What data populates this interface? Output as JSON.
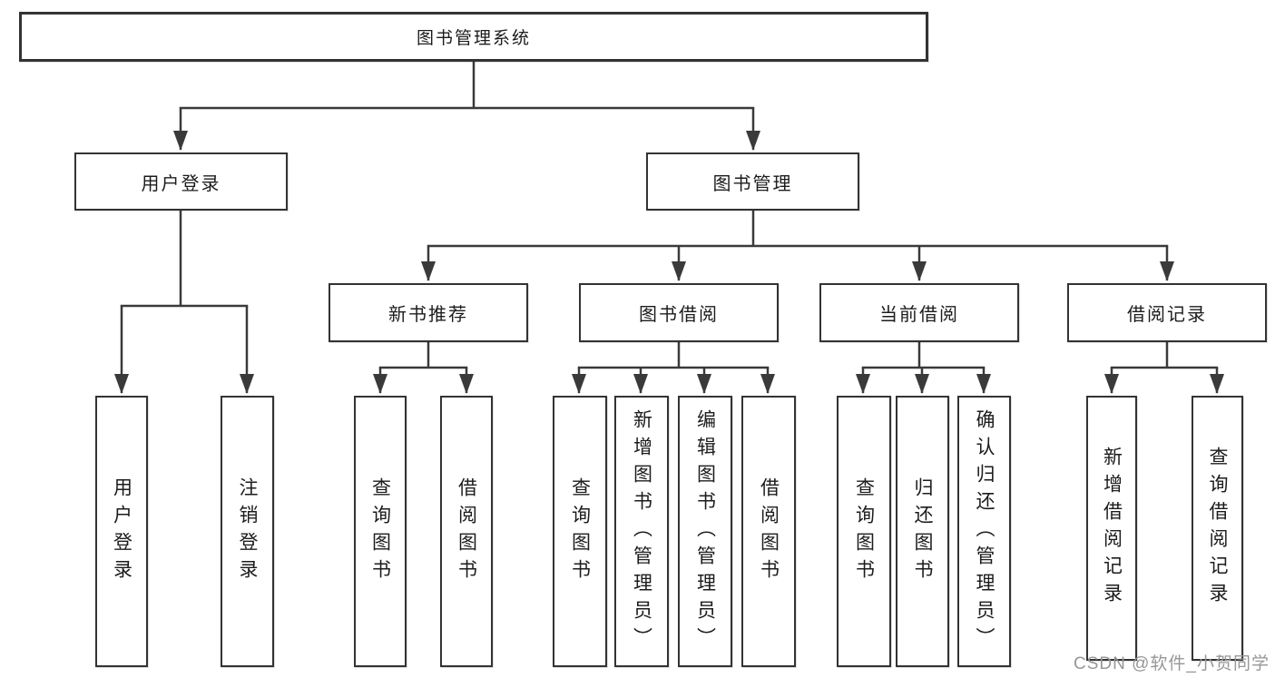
{
  "root": {
    "label": "图书管理系统"
  },
  "level2": [
    {
      "id": "user-login",
      "label": "用户登录"
    },
    {
      "id": "book-management",
      "label": "图书管理"
    }
  ],
  "level3": [
    {
      "id": "new-book-recommend",
      "parent": "图书管理",
      "label": "新书推荐"
    },
    {
      "id": "book-borrow",
      "parent": "图书管理",
      "label": "图书借阅"
    },
    {
      "id": "current-borrow",
      "parent": "图书管理",
      "label": "当前借阅"
    },
    {
      "id": "borrow-record",
      "parent": "图书管理",
      "label": "借阅记录"
    }
  ],
  "leaves": [
    {
      "parent": "用户登录",
      "label": "用户登录"
    },
    {
      "parent": "用户登录",
      "label": "注销登录"
    },
    {
      "parent": "新书推荐",
      "label": "查询图书"
    },
    {
      "parent": "新书推荐",
      "label": "借阅图书"
    },
    {
      "parent": "图书借阅",
      "label": "查询图书"
    },
    {
      "parent": "图书借阅",
      "label": "新增图书（管理员）"
    },
    {
      "parent": "图书借阅",
      "label": "编辑图书（管理员）"
    },
    {
      "parent": "图书借阅",
      "label": "借阅图书"
    },
    {
      "parent": "当前借阅",
      "label": "查询图书"
    },
    {
      "parent": "当前借阅",
      "label": "归还图书"
    },
    {
      "parent": "当前借阅",
      "label": "确认归还（管理员）"
    },
    {
      "parent": "借阅记录",
      "label": "新增借阅记录"
    },
    {
      "parent": "借阅记录",
      "label": "查询借阅记录"
    }
  ],
  "watermark": "CSDN @软件_小贺同学",
  "colors": {
    "line": "#3a3a3a",
    "border": "#333333",
    "text": "#1c1c1c",
    "background": "#ffffff",
    "watermark": "#979797"
  }
}
